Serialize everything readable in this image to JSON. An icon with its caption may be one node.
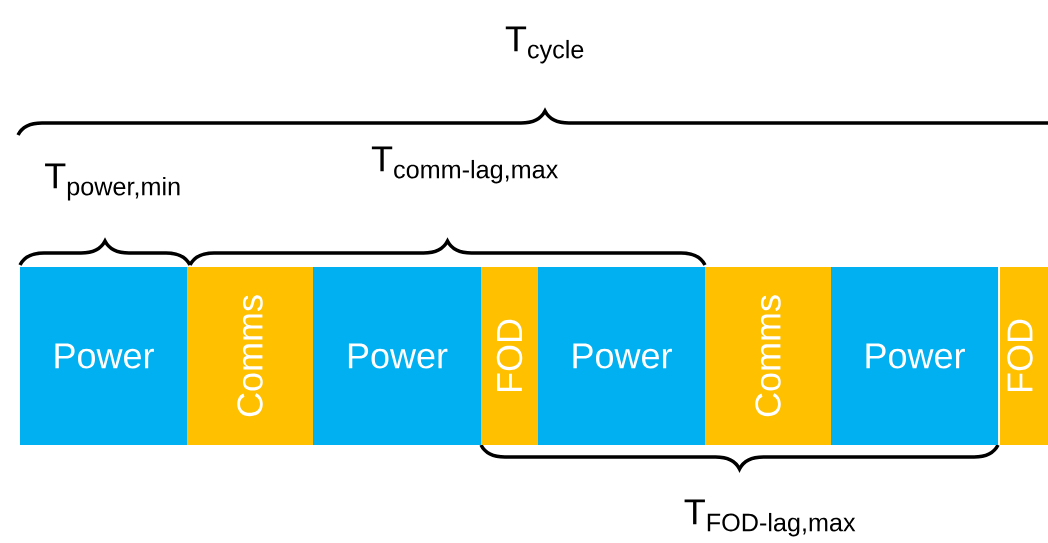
{
  "diagram": {
    "nodes": [
      {
        "text": [
          "Power"
        ]
      },
      {
        "text": [
          "Comms"
        ]
      },
      {
        "text": [
          "Power"
        ]
      },
      {
        "text": [
          "FOD"
        ]
      },
      {
        "text": [
          "Power"
        ]
      },
      {
        "text": [
          "Comms"
        ]
      },
      {
        "text": [
          "Power"
        ]
      },
      {
        "text": [
          "FOD"
        ]
      }
    ],
    "labels": [
      "\\text{T}_{\\text{cycle}}",
      "\\text{T}_{\\text{power,min}}",
      "\\text{T}_{\\text{comm-lag,max}}",
      "\\text{T}_{\\text{FOD-lag,max}}"
    ]
  }
}
